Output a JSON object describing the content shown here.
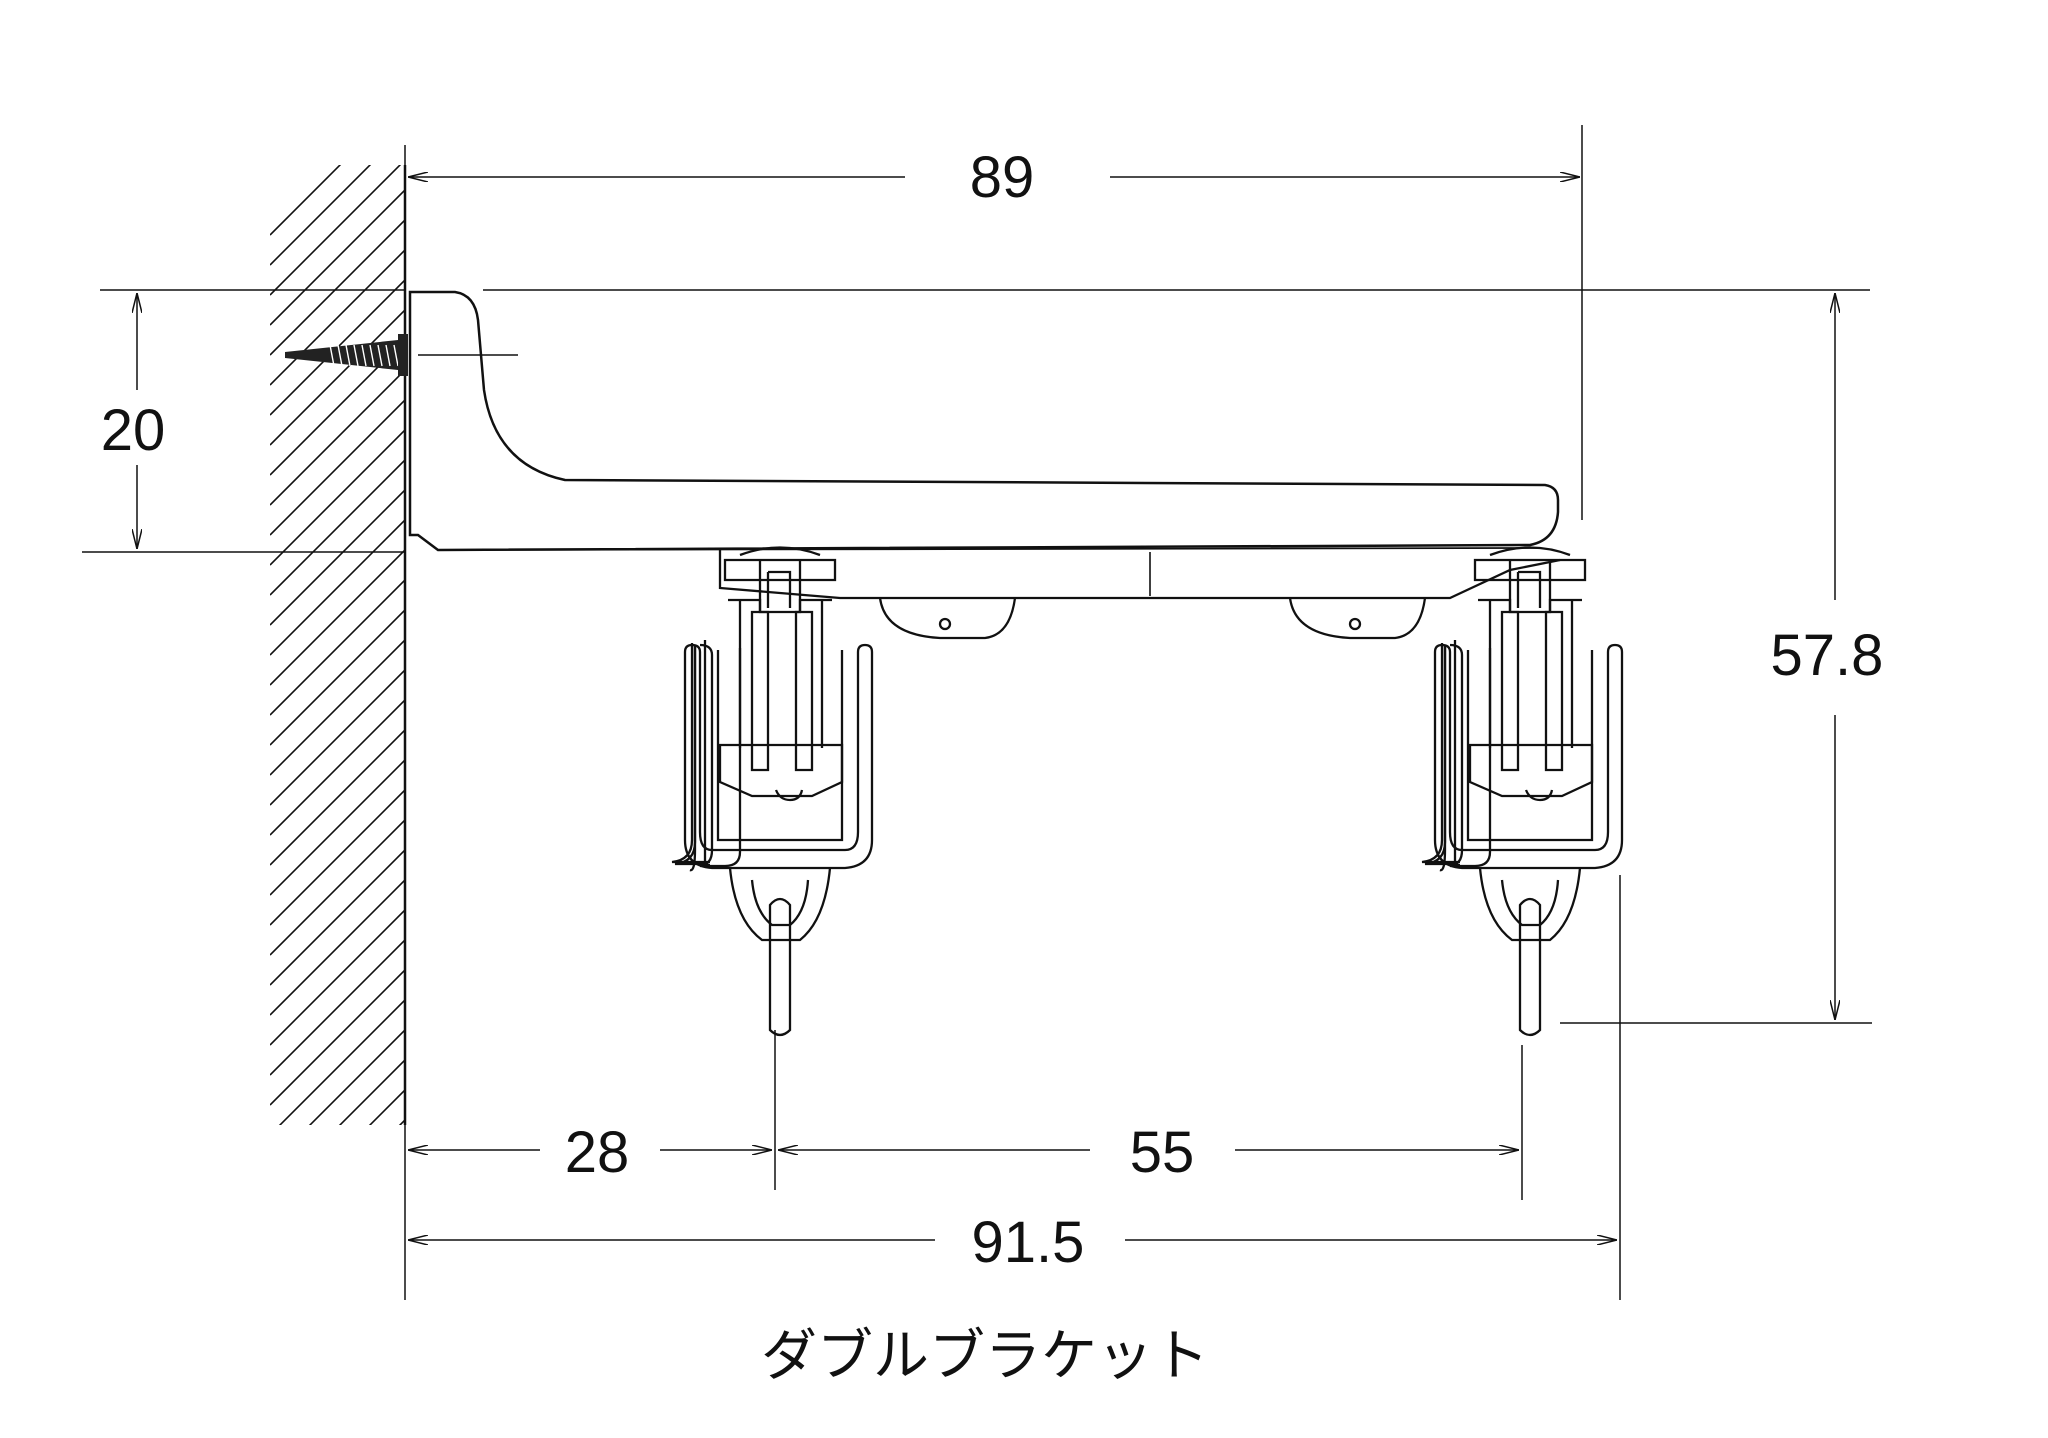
{
  "caption": "ダブルブラケット",
  "dimensions": {
    "top_width": "89",
    "left_height": "20",
    "right_height": "57.8",
    "bottom_left": "28",
    "bottom_mid": "55",
    "bottom_total": "91.5"
  },
  "colors": {
    "ink": "#111111",
    "background": "#ffffff"
  }
}
